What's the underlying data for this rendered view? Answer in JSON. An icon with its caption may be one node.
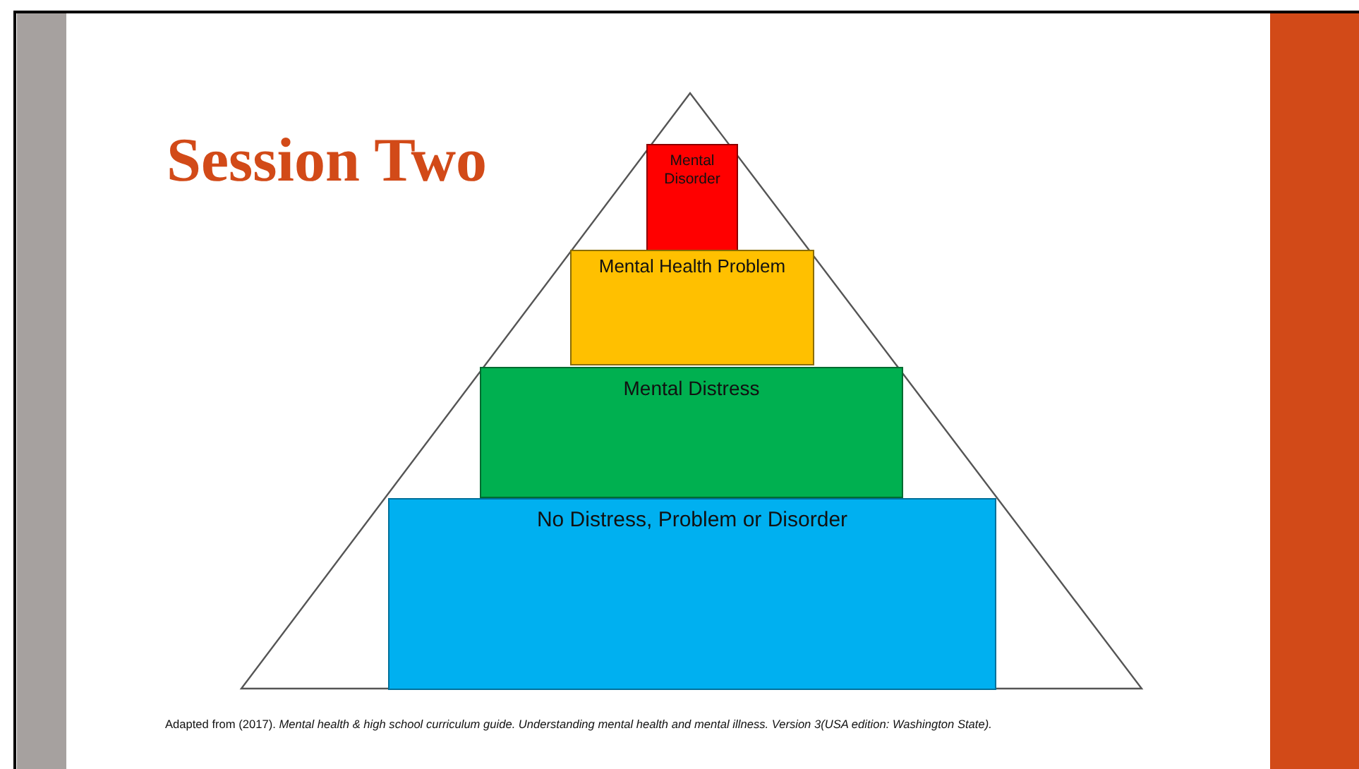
{
  "diagram": {
    "title": "Session Two",
    "caption": "Adapted from (2017). *Mental health & high school curriculum guide. Understanding mental health and mental illness. Version 3(USA edition: Washington State).*",
    "nodes": [
      {
        "text": [
          "Mental Disorder"
        ]
      },
      {
        "text": [
          "Mental Health Problem"
        ]
      },
      {
        "text": [
          "Mental Distress"
        ]
      },
      {
        "text": [
          "No Distress, Problem or Disorder"
        ]
      }
    ]
  }
}
